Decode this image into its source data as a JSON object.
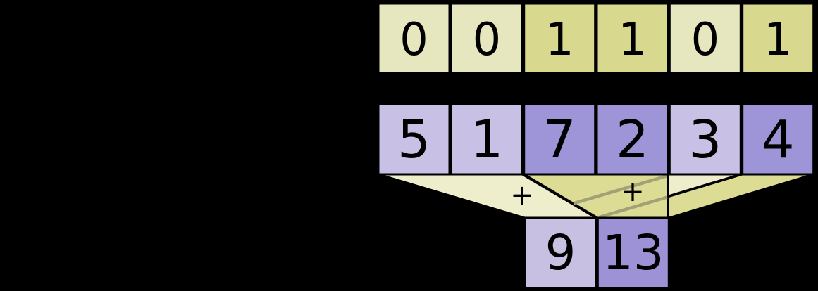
{
  "diagram": {
    "description_labels": {
      "left_plus": "+",
      "right_plus": "+"
    },
    "mask_row": {
      "cells": [
        {
          "value": "0",
          "tone": "zero"
        },
        {
          "value": "0",
          "tone": "zero"
        },
        {
          "value": "1",
          "tone": "one"
        },
        {
          "value": "1",
          "tone": "one"
        },
        {
          "value": "0",
          "tone": "zero"
        },
        {
          "value": "1",
          "tone": "one"
        }
      ]
    },
    "value_row": {
      "cells": [
        {
          "value": "5",
          "tone": "light"
        },
        {
          "value": "1",
          "tone": "light"
        },
        {
          "value": "7",
          "tone": "dark"
        },
        {
          "value": "2",
          "tone": "dark"
        },
        {
          "value": "3",
          "tone": "light"
        },
        {
          "value": "4",
          "tone": "dark"
        }
      ]
    },
    "result_row": {
      "cells": [
        {
          "value": "9",
          "tone": "light"
        },
        {
          "value": "13",
          "tone": "dark"
        }
      ]
    }
  },
  "colors": {
    "background": "#000000",
    "outline": "#000000",
    "text": "#000000",
    "mask_zero_fill": "#e7e7bf",
    "mask_one_fill": "#d8d88f",
    "value_light_fill": "#c8c1e5",
    "value_dark_fill": "#9e94d8",
    "result_light_fill": "#c7c0e3",
    "result_dark_fill": "#9c92d5",
    "funnel_light_fill": "#eeeecd",
    "funnel_dark_fill": "#dcdc95",
    "overlap_band": "#a2a276"
  }
}
